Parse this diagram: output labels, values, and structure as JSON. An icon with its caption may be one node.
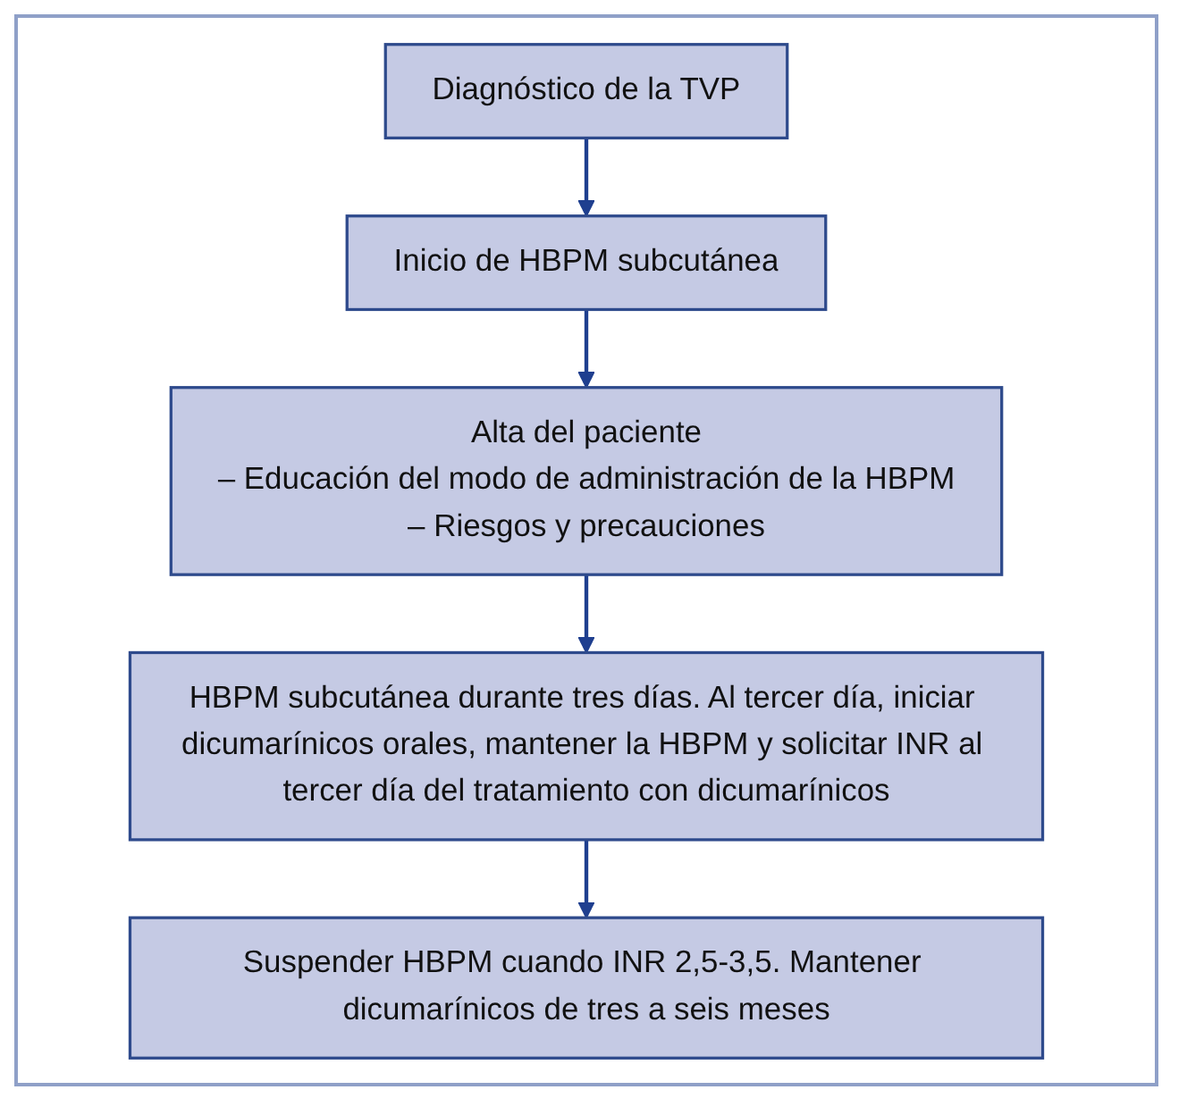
{
  "diagram": {
    "nodes": [
      {
        "text": [
          "Diagnóstico de la TVP"
        ]
      },
      {
        "text": [
          "Inicio de HBPM subcutánea"
        ]
      },
      {
        "text": [
          "Alta del paciente",
          "– Educación del modo de administración de la HBPM",
          "– Riesgos y precauciones"
        ]
      },
      {
        "text": [
          "HBPM subcutánea durante tres días. Al tercer día, iniciar dicumarínicos orales, mantener la HBPM y solicitar INR al tercer día del tratamiento con dicumarínicos"
        ]
      },
      {
        "text": [
          "Suspender HBPM cuando INR 2,5-3,5. Mantener dicumarínicos de tres a seis meses"
        ]
      }
    ],
    "edges": [
      {
        "from": 0,
        "to": 1,
        "arrow": "to"
      },
      {
        "from": 1,
        "to": 2,
        "arrow": "to"
      },
      {
        "from": 2,
        "to": 3,
        "arrow": "to"
      },
      {
        "from": 3,
        "to": 4,
        "arrow": "to"
      }
    ]
  }
}
